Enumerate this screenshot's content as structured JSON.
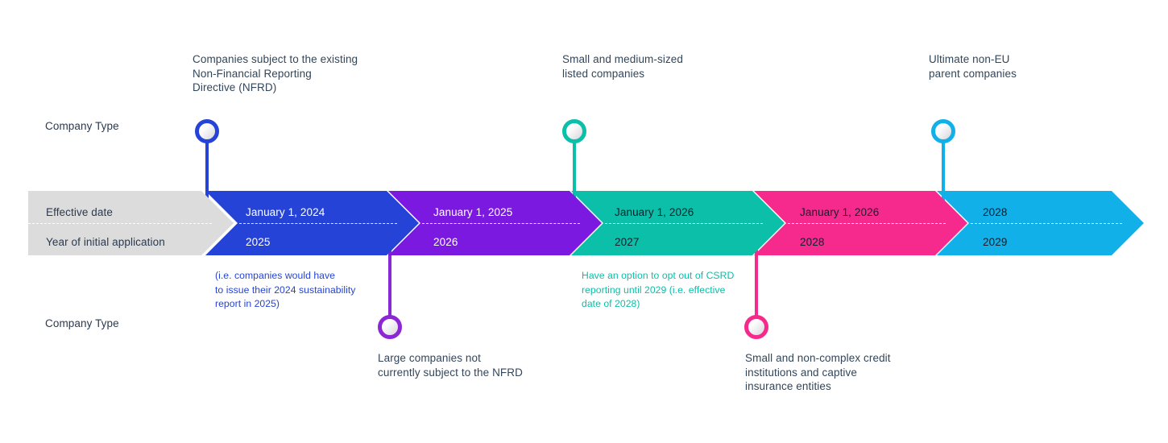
{
  "colors": {
    "gray": "#dcdcdc",
    "blue": "#2543d6",
    "purple": "#7b19e0",
    "teal": "#0bbfa8",
    "pink": "#f62a8c",
    "cyan": "#12b0e8",
    "text_dark": "#32465a",
    "label_dark": "#2b3a4e"
  },
  "row_labels": {
    "effective_date": "Effective date",
    "initial_application": "Year of initial application"
  },
  "side_labels": {
    "top": "Company Type",
    "bottom": "Company Type"
  },
  "chart_data": {
    "type": "table",
    "title": "",
    "columns": [
      "Effective date",
      "Year of initial application"
    ],
    "segments": [
      {
        "key": "label-column",
        "color": "#dcdcdc",
        "effective_date": "Effective date",
        "initial_application": "Year of initial application",
        "company_type": "",
        "is_label_column": true
      },
      {
        "key": "nfrd",
        "color": "#2543d6",
        "effective_date": "January 1, 2024",
        "initial_application": "2025",
        "company_type": "Companies subject to the existing\nNon-Financial Reporting\nDirective (NFRD)",
        "company_type_position": "top",
        "note": "(i.e. companies would have\nto issue their 2024 sustainability\nreport in 2025)",
        "note_position": "below"
      },
      {
        "key": "large-companies",
        "color": "#7b19e0",
        "effective_date": "January 1, 2025",
        "initial_application": "2026",
        "company_type": "Large companies not\ncurrently subject to the NFRD",
        "company_type_position": "bottom",
        "note": "",
        "note_position": ""
      },
      {
        "key": "sme-listed",
        "color": "#0bbfa8",
        "effective_date": "January 1, 2026",
        "initial_application": "2027",
        "company_type": "Small and medium-sized\nlisted companies",
        "company_type_position": "top",
        "note": "Have an option to opt out of CSRD\nreporting until 2029 (i.e. effective\ndate of 2028)",
        "note_position": "below"
      },
      {
        "key": "small-credit-institutions",
        "color": "#f62a8c",
        "effective_date": "January 1, 2026",
        "initial_application": "2028",
        "company_type": "Small and non-complex credit\ninstitutions and captive\ninsurance entities",
        "company_type_position": "bottom",
        "note": "",
        "note_position": ""
      },
      {
        "key": "non-eu-parent",
        "color": "#12b0e8",
        "effective_date": "2028",
        "initial_application": "2029",
        "company_type": "Ultimate non-EU\nparent companies",
        "company_type_position": "top",
        "note": "",
        "note_position": ""
      }
    ]
  }
}
